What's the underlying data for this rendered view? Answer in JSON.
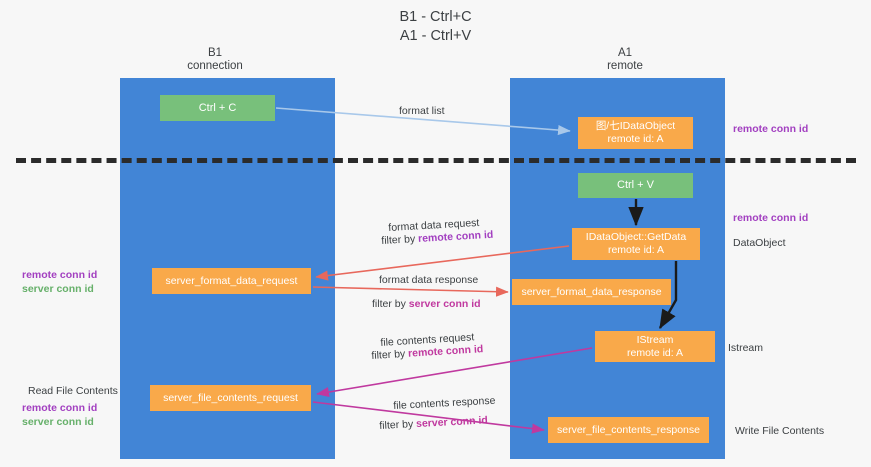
{
  "title": "B1 - Ctrl+C\nA1 - Ctrl+V",
  "columns": {
    "left": {
      "header": "B1\nconnection"
    },
    "right": {
      "header": "A1\nremote"
    }
  },
  "nodes": {
    "ctrl_c": {
      "label": "Ctrl + C",
      "color": "#78c07b"
    },
    "idataobject": {
      "label": "图/七IDataObject\nremote id: A",
      "color": "#f9a94a"
    },
    "ctrl_v": {
      "label": "Ctrl + V",
      "color": "#78c07b"
    },
    "getdata": {
      "label": "IDataObject::GetData\nremote id: A",
      "color": "#f9a94a"
    },
    "server_format_data_request": {
      "label": "server_format_data_request",
      "color": "#f9a94a"
    },
    "server_format_data_response": {
      "label": "server_format_data_response",
      "color": "#f9a94a"
    },
    "istream": {
      "label": "IStream\nremote id: A",
      "color": "#f9a94a"
    },
    "server_file_contents_request": {
      "label": "server_file_contents_request",
      "color": "#f9a94a"
    },
    "server_file_contents_response": {
      "label": "server_file_contents_response",
      "color": "#f9a94a"
    }
  },
  "edge_labels": {
    "format_list": "format list",
    "format_data_request": "format data request",
    "format_data_request_filter_prefix": "filter by ",
    "format_data_request_filter_value": "remote conn id",
    "format_data_response": "format data response",
    "format_data_response_filter_prefix": "filter by ",
    "format_data_response_filter_value": "server conn id",
    "file_contents_request": "file contents request",
    "file_contents_request_filter_prefix": "filter by ",
    "file_contents_request_filter_value": "remote conn id",
    "file_contents_response": "file contents response",
    "file_contents_response_filter_prefix": "filter by ",
    "file_contents_response_filter_value": "server conn id"
  },
  "annotations": {
    "right_remote_conn_id_top": "remote conn id",
    "right_remote_conn_id_mid": "remote conn id",
    "dataobject": "DataObject",
    "istream": "Istream",
    "write_file_contents": "Write File Contents",
    "read_file_contents": "Read File Contents",
    "left_remote_conn_id_mid": "remote conn id",
    "left_server_conn_id_mid": "server conn id",
    "left_remote_conn_id_bottom": "remote conn id",
    "left_server_conn_id_bottom": "server conn id"
  },
  "colors": {
    "lane": "#4285d6",
    "green_node": "#78c07b",
    "orange_node": "#f9a94a",
    "purple_text": "#a23fc0",
    "green_text": "#66b06a",
    "magenta_text": "#c0399f",
    "arrow_blue": "#a8c8ea",
    "arrow_red": "#e8685c",
    "arrow_magenta": "#c0399f",
    "arrow_black": "#1a1a1a",
    "background": "#f7f7f7"
  }
}
